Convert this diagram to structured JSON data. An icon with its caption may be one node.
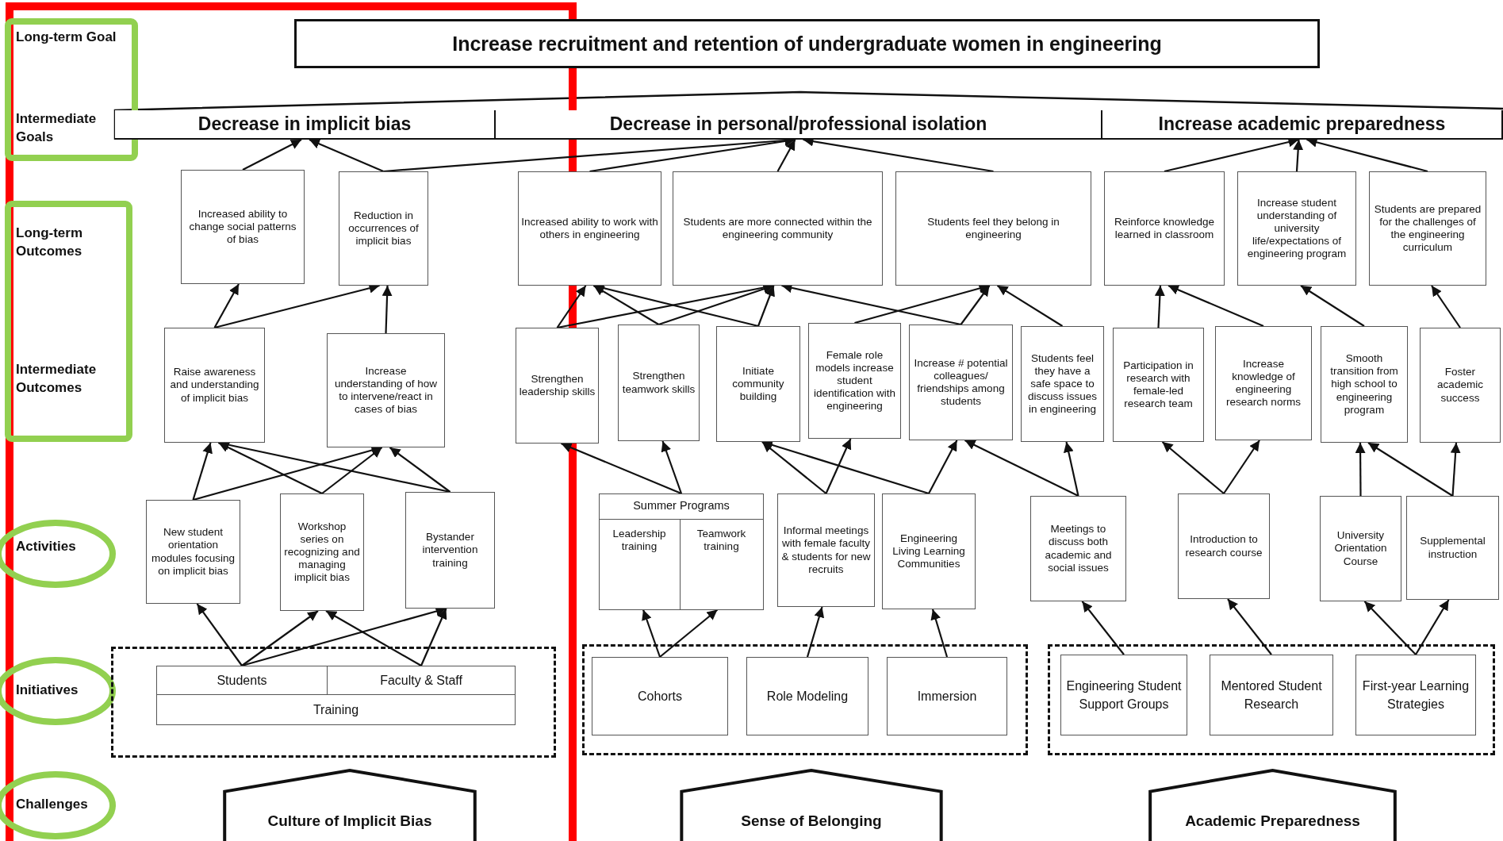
{
  "diagram": {
    "nodes": [
      {
        "text": [
          "Increase recruitment and retention of undergraduate women in engineering"
        ]
      },
      {
        "text": [
          "Decrease in implicit bias"
        ]
      },
      {
        "text": [
          "Decrease in personal/professional isolation"
        ]
      },
      {
        "text": [
          "Increase academic preparedness"
        ]
      },
      {
        "text": [
          "Increased ability to change social patterns of bias"
        ]
      },
      {
        "text": [
          "Reduction in occurrences of implicit bias"
        ]
      },
      {
        "text": [
          "Increased ability to work with others in engineering"
        ]
      },
      {
        "text": [
          "Students are more connected within the engineering community"
        ]
      },
      {
        "text": [
          "Students feel they belong in engineering"
        ]
      },
      {
        "text": [
          "Reinforce knowledge learned in classroom"
        ]
      },
      {
        "text": [
          "Increase student understanding of university life/expectations of engineering program"
        ]
      },
      {
        "text": [
          "Students are prepared for the challenges of the engineering curriculum"
        ]
      },
      {
        "text": [
          "Raise awareness and understanding of implicit bias"
        ]
      },
      {
        "text": [
          "Increase understanding of how to intervene/react in cases of bias"
        ]
      },
      {
        "text": [
          "Strengthen leadership skills"
        ]
      },
      {
        "text": [
          "Strengthen teamwork skills"
        ]
      },
      {
        "text": [
          "Initiate community building"
        ]
      },
      {
        "text": [
          "Female role models increase student identification with engineering"
        ]
      },
      {
        "text": [
          "Increase # potential colleagues/ friendships among students"
        ]
      },
      {
        "text": [
          "Students feel they have a safe space to discuss issues in engineering"
        ]
      },
      {
        "text": [
          "Participation in research with female-led research team"
        ]
      },
      {
        "text": [
          "Increase knowledge of engineering research norms"
        ]
      },
      {
        "text": [
          "Smooth transition from high school to engineering program"
        ]
      },
      {
        "text": [
          "Foster academic success"
        ]
      },
      {
        "text": [
          "New student orientation modules focusing on implicit bias"
        ]
      },
      {
        "text": [
          "Workshop series on recognizing and managing implicit bias"
        ]
      },
      {
        "text": [
          "Bystander intervention training"
        ]
      },
      {
        "text": [
          "Summer Programs"
        ]
      },
      {
        "text": [
          "Leadership training"
        ],
        "in": 27
      },
      {
        "text": [
          "Teamwork training"
        ],
        "in": 27
      },
      {
        "text": [
          "Informal meetings with female faculty & students for new recruits"
        ]
      },
      {
        "text": [
          "Engineering Living Learning Communities"
        ]
      },
      {
        "text": [
          "Meetings to discuss both academic and social issues"
        ]
      },
      {
        "text": [
          "Introduction to research course"
        ]
      },
      {
        "text": [
          "University Orientation Course"
        ]
      },
      {
        "text": [
          "Supplemental instruction"
        ]
      },
      {
        "text": [],
        "shape": "box"
      },
      {
        "text": [
          "Students"
        ],
        "in": 36
      },
      {
        "text": [
          "Faculty & Staff"
        ],
        "in": 36
      },
      {
        "text": [
          "Training"
        ],
        "in": 36
      },
      {
        "text": [],
        "shape": "box"
      },
      {
        "text": [
          "Cohorts"
        ],
        "in": 40
      },
      {
        "text": [
          "Role Modeling"
        ],
        "in": 40
      },
      {
        "text": [
          "Immersion"
        ],
        "in": 40
      },
      {
        "text": [],
        "shape": "box"
      },
      {
        "text": [
          "Engineering Student Support Groups"
        ],
        "in": 44
      },
      {
        "text": [
          "Mentored Student Research"
        ],
        "in": 44
      },
      {
        "text": [
          "First-year Learning Strategies"
        ],
        "in": 44
      },
      {
        "text": [
          "Culture of Implicit Bias"
        ]
      },
      {
        "text": [
          "Sense of Belonging"
        ]
      },
      {
        "text": [
          "Academic Preparedness"
        ]
      }
    ],
    "edges": [
      {
        "from": 4,
        "to": 1,
        "arrow": "to"
      },
      {
        "from": 5,
        "to": 1,
        "arrow": "to"
      },
      {
        "from": 5,
        "to": 2,
        "arrow": "to"
      },
      {
        "from": 6,
        "to": 2,
        "arrow": "to"
      },
      {
        "from": 7,
        "to": 2,
        "arrow": "to"
      },
      {
        "from": 8,
        "to": 2,
        "arrow": "to"
      },
      {
        "from": 9,
        "to": 3,
        "arrow": "to"
      },
      {
        "from": 10,
        "to": 3,
        "arrow": "to"
      },
      {
        "from": 11,
        "to": 3,
        "arrow": "to"
      },
      {
        "from": 12,
        "to": 4,
        "arrow": "to"
      },
      {
        "from": 12,
        "to": 5,
        "arrow": "to"
      },
      {
        "from": 13,
        "to": 5,
        "arrow": "to"
      },
      {
        "from": 14,
        "to": 6,
        "arrow": "to"
      },
      {
        "from": 14,
        "to": 7,
        "arrow": "to"
      },
      {
        "from": 15,
        "to": 6,
        "arrow": "to"
      },
      {
        "from": 15,
        "to": 7,
        "arrow": "to"
      },
      {
        "from": 16,
        "to": 6,
        "arrow": "to"
      },
      {
        "from": 16,
        "to": 7,
        "arrow": "to"
      },
      {
        "from": 17,
        "to": 8,
        "arrow": "to"
      },
      {
        "from": 18,
        "to": 7,
        "arrow": "to"
      },
      {
        "from": 18,
        "to": 8,
        "arrow": "to"
      },
      {
        "from": 19,
        "to": 8,
        "arrow": "to"
      },
      {
        "from": 20,
        "to": 9,
        "arrow": "to"
      },
      {
        "from": 21,
        "to": 9,
        "arrow": "to"
      },
      {
        "from": 22,
        "to": 10,
        "arrow": "to"
      },
      {
        "from": 23,
        "to": 11,
        "arrow": "to"
      },
      {
        "from": 24,
        "to": 12,
        "arrow": "to"
      },
      {
        "from": 24,
        "to": 13,
        "arrow": "to"
      },
      {
        "from": 25,
        "to": 12,
        "arrow": "to"
      },
      {
        "from": 25,
        "to": 13,
        "arrow": "to"
      },
      {
        "from": 26,
        "to": 12,
        "arrow": "to"
      },
      {
        "from": 26,
        "to": 13,
        "arrow": "to"
      },
      {
        "from": 27,
        "to": 14,
        "arrow": "to"
      },
      {
        "from": 27,
        "to": 15,
        "arrow": "to"
      },
      {
        "from": 30,
        "to": 16,
        "arrow": "to"
      },
      {
        "from": 30,
        "to": 17,
        "arrow": "to"
      },
      {
        "from": 31,
        "to": 16,
        "arrow": "to"
      },
      {
        "from": 31,
        "to": 18,
        "arrow": "to"
      },
      {
        "from": 32,
        "to": 18,
        "arrow": "to"
      },
      {
        "from": 32,
        "to": 19,
        "arrow": "to"
      },
      {
        "from": 33,
        "to": 20,
        "arrow": "to"
      },
      {
        "from": 33,
        "to": 21,
        "arrow": "to"
      },
      {
        "from": 34,
        "to": 22,
        "arrow": "to"
      },
      {
        "from": 35,
        "to": 22,
        "arrow": "to"
      },
      {
        "from": 35,
        "to": 23,
        "arrow": "to"
      },
      {
        "from": 37,
        "to": 24,
        "arrow": "to"
      },
      {
        "from": 37,
        "to": 25,
        "arrow": "to"
      },
      {
        "from": 37,
        "to": 26,
        "arrow": "to"
      },
      {
        "from": 38,
        "to": 25,
        "arrow": "to"
      },
      {
        "from": 38,
        "to": 26,
        "arrow": "to"
      },
      {
        "from": 41,
        "to": 28,
        "arrow": "to"
      },
      {
        "from": 41,
        "to": 29,
        "arrow": "to"
      },
      {
        "from": 42,
        "to": 30,
        "arrow": "to"
      },
      {
        "from": 43,
        "to": 31,
        "arrow": "to"
      },
      {
        "from": 45,
        "to": 32,
        "arrow": "to"
      },
      {
        "from": 46,
        "to": 33,
        "arrow": "to"
      },
      {
        "from": 47,
        "to": 34,
        "arrow": "to"
      },
      {
        "from": 47,
        "to": 35,
        "arrow": "to"
      }
    ],
    "labels": [
      "Long-term Goal",
      "Intermediate Goals",
      "Long-term Outcomes",
      "Intermediate Outcomes",
      "Activities",
      "Initiatives",
      "Challenges"
    ]
  }
}
